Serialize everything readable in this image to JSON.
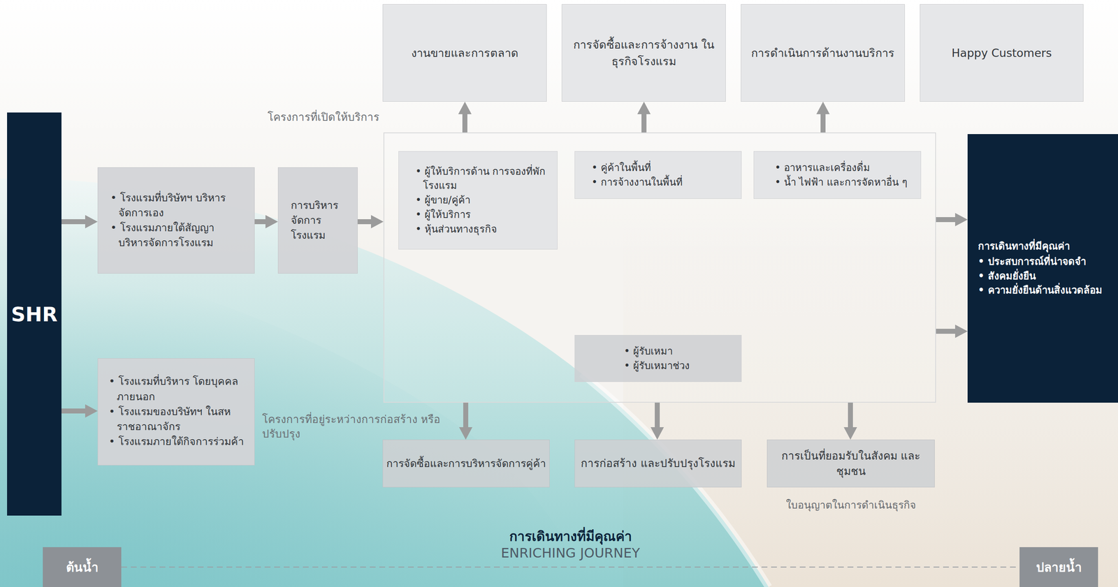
{
  "diagram": {
    "nodes": [
      {
        "text": [
          "SHR"
        ]
      },
      {
        "text": [
          "• โรงแรมที่บริษัทฯ บริหารจัดการเอง",
          "• โรงแรมภายใต้สัญญา บริหารจัดการโรงแรม"
        ]
      },
      {
        "text": [
          "การบริหาร จัดการ โรงแรม"
        ]
      },
      {
        "text": [
          "• โรงแรมที่บริหาร โดยบุคคลภายนอก",
          "• โรงแรมของบริษัทฯ ในสหราชอาณาจักร",
          "• โรงแรมภายใต้กิจการร่วมค้า"
        ]
      },
      {
        "text": [
          "โครงการที่เปิดให้บริการ"
        ]
      },
      {
        "text": [
          "• ผู้ให้บริการด้าน การจองที่พักโรงแรม",
          "• ผู้ขาย/คู่ค้า",
          "• ผู้ให้บริการ",
          "• หุ้นส่วนทางธุรกิจ"
        ],
        "in": 4
      },
      {
        "text": [
          "• คู่ค้าในพื้นที่",
          "• การจ้างงานในพื้นที่"
        ],
        "in": 4
      },
      {
        "text": [
          "• อาหารและเครื่องดื่ม",
          "• น้ำ ไฟฟ้า และการจัดหาอื่น ๆ"
        ],
        "in": 4
      },
      {
        "text": [
          "• ผู้รับเหมา",
          "• ผู้รับเหมาช่วง"
        ],
        "in": 4
      },
      {
        "text": [
          "งานขายและการตลาด"
        ]
      },
      {
        "text": [
          "การจัดซื้อและการจ้างงาน ในธุรกิจโรงแรม"
        ]
      },
      {
        "text": [
          "การดำเนินการด้านงานบริการ"
        ]
      },
      {
        "text": [
          "Happy Customers"
        ]
      },
      {
        "text": [
          "การจัดซื้อและการบริหารจัดการคู่ค้า"
        ]
      },
      {
        "text": [
          "การก่อสร้าง และปรับปรุงโรงแรม"
        ]
      },
      {
        "text": [
          "การเป็นที่ยอมรับในสังคม และชุมชน"
        ]
      },
      {
        "text": [
          "การเดินทางที่มีคุณค่า",
          "• ประสบการณ์ที่น่าจดจำ",
          "• สังคมยั่งยืน",
          "• ความยั่งยืนด้านสิ่งแวดล้อม"
        ]
      },
      {
        "text": [
          "ต้นน้ำ"
        ]
      },
      {
        "text": [
          "ปลายน้ำ"
        ]
      }
    ],
    "edges": [
      {
        "from": 0,
        "to": 1,
        "arrow": "to"
      },
      {
        "from": 0,
        "to": 3,
        "arrow": "to"
      },
      {
        "from": 1,
        "to": 2,
        "arrow": "to"
      },
      {
        "from": 2,
        "to": 4,
        "arrow": "to"
      },
      {
        "from": 4,
        "to": 9,
        "arrow": "to"
      },
      {
        "from": 4,
        "to": 10,
        "arrow": "to"
      },
      {
        "from": 4,
        "to": 11,
        "arrow": "to"
      },
      {
        "from": 4,
        "to": 13,
        "arrow": "to"
      },
      {
        "from": 4,
        "to": 14,
        "arrow": "to"
      },
      {
        "from": 4,
        "to": 15,
        "arrow": "to"
      },
      {
        "from": 4,
        "to": 16,
        "arrow": "to"
      },
      {
        "from": 4,
        "to": 16,
        "arrow": "to"
      },
      {
        "from": 17,
        "to": 18,
        "arrow": "none"
      }
    ],
    "labels": [
      "โครงการที่อยู่ระหว่างการก่อสร้าง หรือปรับปรุง",
      "ใบอนุญาตในการดำเนินธุรกิจ",
      "การเดินทางที่มีคุณค่า",
      "ENRICHING JOURNEY"
    ]
  }
}
